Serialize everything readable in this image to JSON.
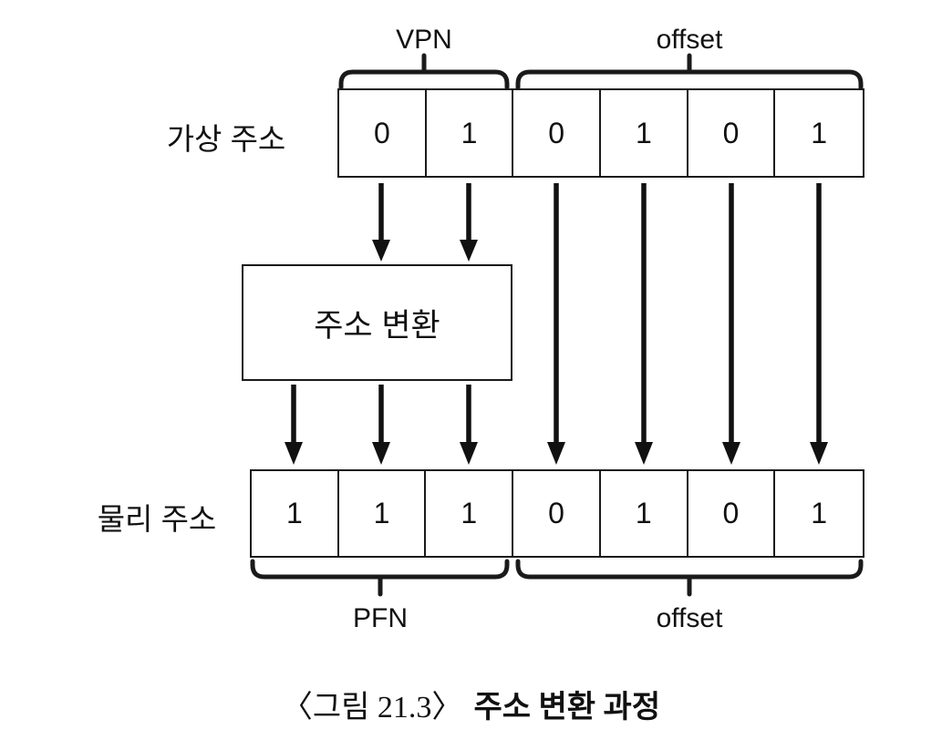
{
  "diagram": {
    "virtual_address": {
      "label": "가상 주소",
      "bits": [
        "0",
        "1",
        "0",
        "1",
        "0",
        "1"
      ],
      "vpn_label": "VPN",
      "offset_label": "offset"
    },
    "translation_box": {
      "label": "주소 변환"
    },
    "physical_address": {
      "label": "물리 주소",
      "bits": [
        "1",
        "1",
        "1",
        "0",
        "1",
        "0",
        "1"
      ],
      "pfn_label": "PFN",
      "offset_label": "offset"
    },
    "caption": {
      "figure_ref": "〈그림 21.3〉",
      "title": "주소 변환 과정"
    },
    "colors": {
      "line": "#1a1a1a",
      "background": "#ffffff",
      "text": "#111111"
    }
  }
}
